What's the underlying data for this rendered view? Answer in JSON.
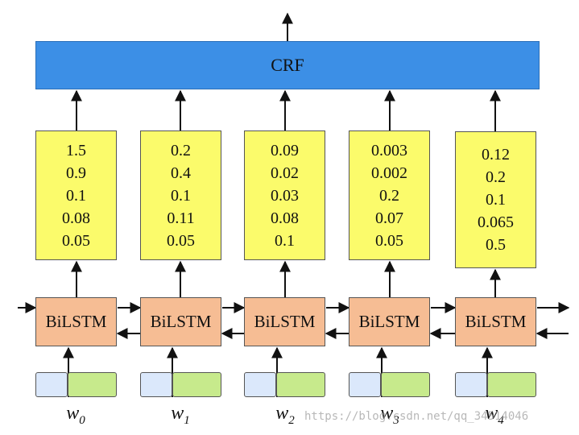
{
  "crf": {
    "label": "CRF"
  },
  "columns": [
    {
      "scores": [
        "1.5",
        "0.9",
        "0.1",
        "0.08",
        "0.05"
      ],
      "lstm": "BiLSTM",
      "word": "w",
      "sub": "0"
    },
    {
      "scores": [
        "0.2",
        "0.4",
        "0.1",
        "0.11",
        "0.05"
      ],
      "lstm": "BiLSTM",
      "word": "w",
      "sub": "1"
    },
    {
      "scores": [
        "0.09",
        "0.02",
        "0.03",
        "0.08",
        "0.1"
      ],
      "lstm": "BiLSTM",
      "word": "w",
      "sub": "2"
    },
    {
      "scores": [
        "0.003",
        "0.002",
        "0.2",
        "0.07",
        "0.05"
      ],
      "lstm": "BiLSTM",
      "word": "w",
      "sub": "3"
    },
    {
      "scores": [
        "0.12",
        "0.2",
        "0.1",
        "0.065",
        "0.5"
      ],
      "lstm": "BiLSTM",
      "word": "w",
      "sub": "4"
    }
  ],
  "watermark": "https://blog.csdn.net/qq_34514046",
  "colors": {
    "crf": "#3c8fe6",
    "scores": "#fbfb6b",
    "lstm": "#f6bd94",
    "embedding_left": "#dbe8fb",
    "embedding_right": "#c7ea8c"
  }
}
